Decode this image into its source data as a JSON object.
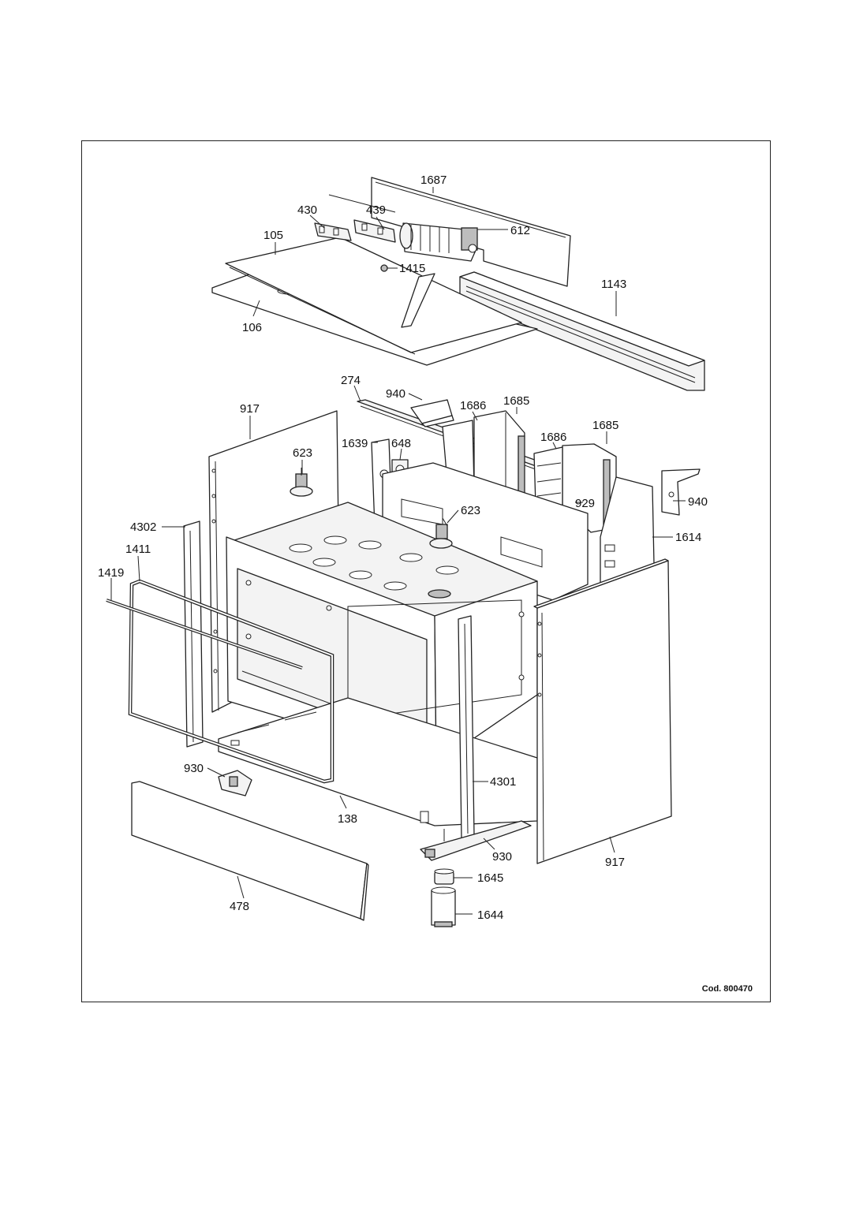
{
  "drawing_code": "Cod. 800470",
  "callouts": {
    "c1687": "1687",
    "c430": "430",
    "c439": "439",
    "c612": "612",
    "c105": "105",
    "c1415": "1415",
    "c1143": "1143",
    "c106": "106",
    "c274": "274",
    "c940a": "940",
    "c1686a": "1686",
    "c1685a": "1685",
    "c917a": "917",
    "c1639": "1639",
    "c648": "648",
    "c1686b": "1686",
    "c1685b": "1685",
    "c623a": "623",
    "c940b": "940",
    "c929": "929",
    "c623b": "623",
    "c4302": "4302",
    "c1614": "1614",
    "c1411": "1411",
    "c1419": "1419",
    "c930a": "930",
    "c4301": "4301",
    "c138": "138",
    "c930b": "930",
    "c917b": "917",
    "c1645": "1645",
    "c478": "478",
    "c1644": "1644"
  }
}
